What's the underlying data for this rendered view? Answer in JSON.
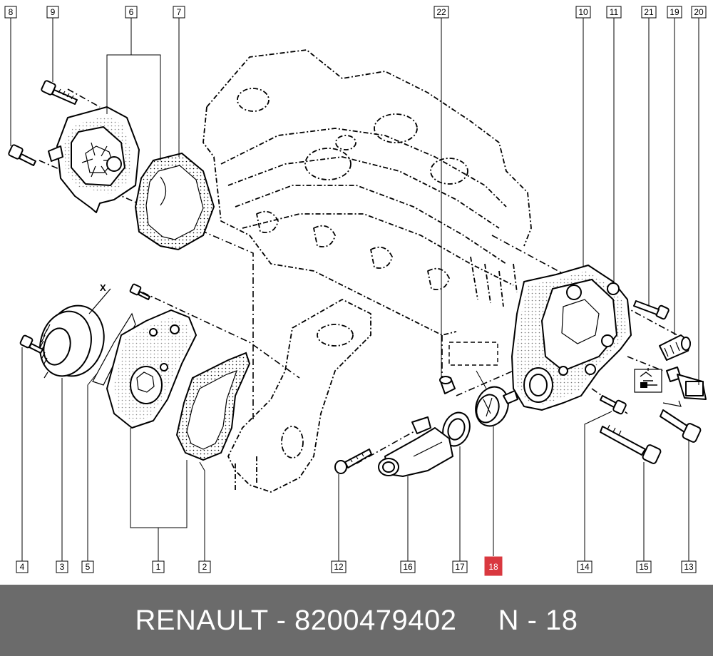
{
  "footer": {
    "brand": "RENAULT",
    "separator": " - ",
    "part_number": "8200479402",
    "gap": "     ",
    "position_label": "N - 18"
  },
  "diagram": {
    "axis_marker": "X",
    "callouts": [
      {
        "id": "8",
        "label": "8"
      },
      {
        "id": "9",
        "label": "9"
      },
      {
        "id": "6",
        "label": "6"
      },
      {
        "id": "7",
        "label": "7"
      },
      {
        "id": "22",
        "label": "22"
      },
      {
        "id": "10",
        "label": "10"
      },
      {
        "id": "11",
        "label": "11"
      },
      {
        "id": "21",
        "label": "21"
      },
      {
        "id": "19",
        "label": "19"
      },
      {
        "id": "20",
        "label": "20"
      },
      {
        "id": "4",
        "label": "4"
      },
      {
        "id": "3",
        "label": "3"
      },
      {
        "id": "5",
        "label": "5"
      },
      {
        "id": "1",
        "label": "1"
      },
      {
        "id": "2",
        "label": "2"
      },
      {
        "id": "12",
        "label": "12"
      },
      {
        "id": "16",
        "label": "16"
      },
      {
        "id": "17",
        "label": "17"
      },
      {
        "id": "18",
        "label": "18",
        "highlighted": true
      },
      {
        "id": "14",
        "label": "14"
      },
      {
        "id": "15",
        "label": "15"
      },
      {
        "id": "13",
        "label": "13"
      }
    ],
    "highlight_color": "#d9383f",
    "footer_color": "#6b6b6b"
  }
}
